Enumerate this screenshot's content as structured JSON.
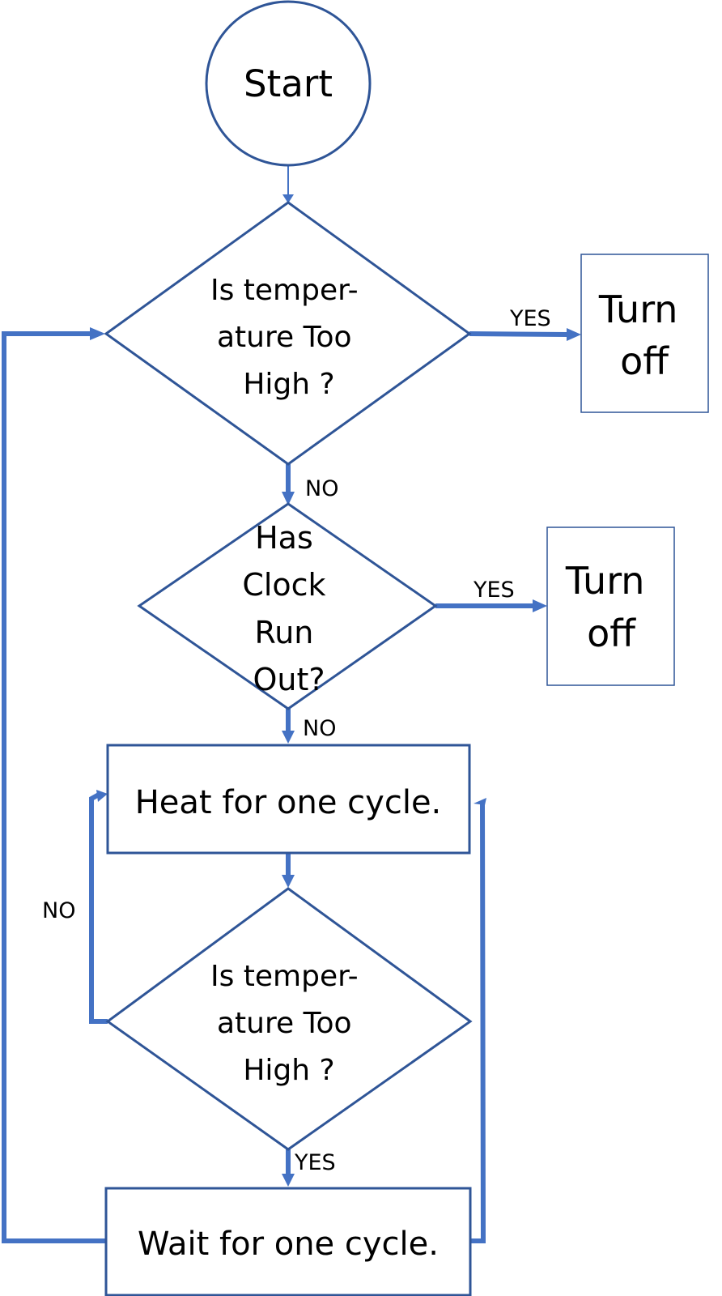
{
  "nodes": {
    "start": {
      "lines": [
        "Start"
      ]
    },
    "decision_temp_1": {
      "lines": [
        "Is temper-",
        "ature Too",
        "High ?"
      ]
    },
    "turn_off_1": {
      "lines": [
        "Turn",
        "off"
      ]
    },
    "decision_clock": {
      "lines": [
        "Has",
        "Clock",
        "Run",
        "Out?"
      ]
    },
    "turn_off_2": {
      "lines": [
        "Turn",
        "off"
      ]
    },
    "heat": {
      "lines": [
        "Heat for one cycle."
      ]
    },
    "decision_temp_2": {
      "lines": [
        "Is temper-",
        "ature Too",
        "High ?"
      ]
    },
    "wait": {
      "lines": [
        "Wait for one cycle."
      ]
    }
  },
  "edge_labels": {
    "temp1_yes": "YES",
    "temp1_no": "NO",
    "clock_yes": "YES",
    "clock_no": "NO",
    "temp2_no": "NO",
    "temp2_yes": "YES"
  },
  "colors": {
    "shape_stroke": "#2f5597",
    "connector": "#4472c4",
    "text": "#000000"
  }
}
